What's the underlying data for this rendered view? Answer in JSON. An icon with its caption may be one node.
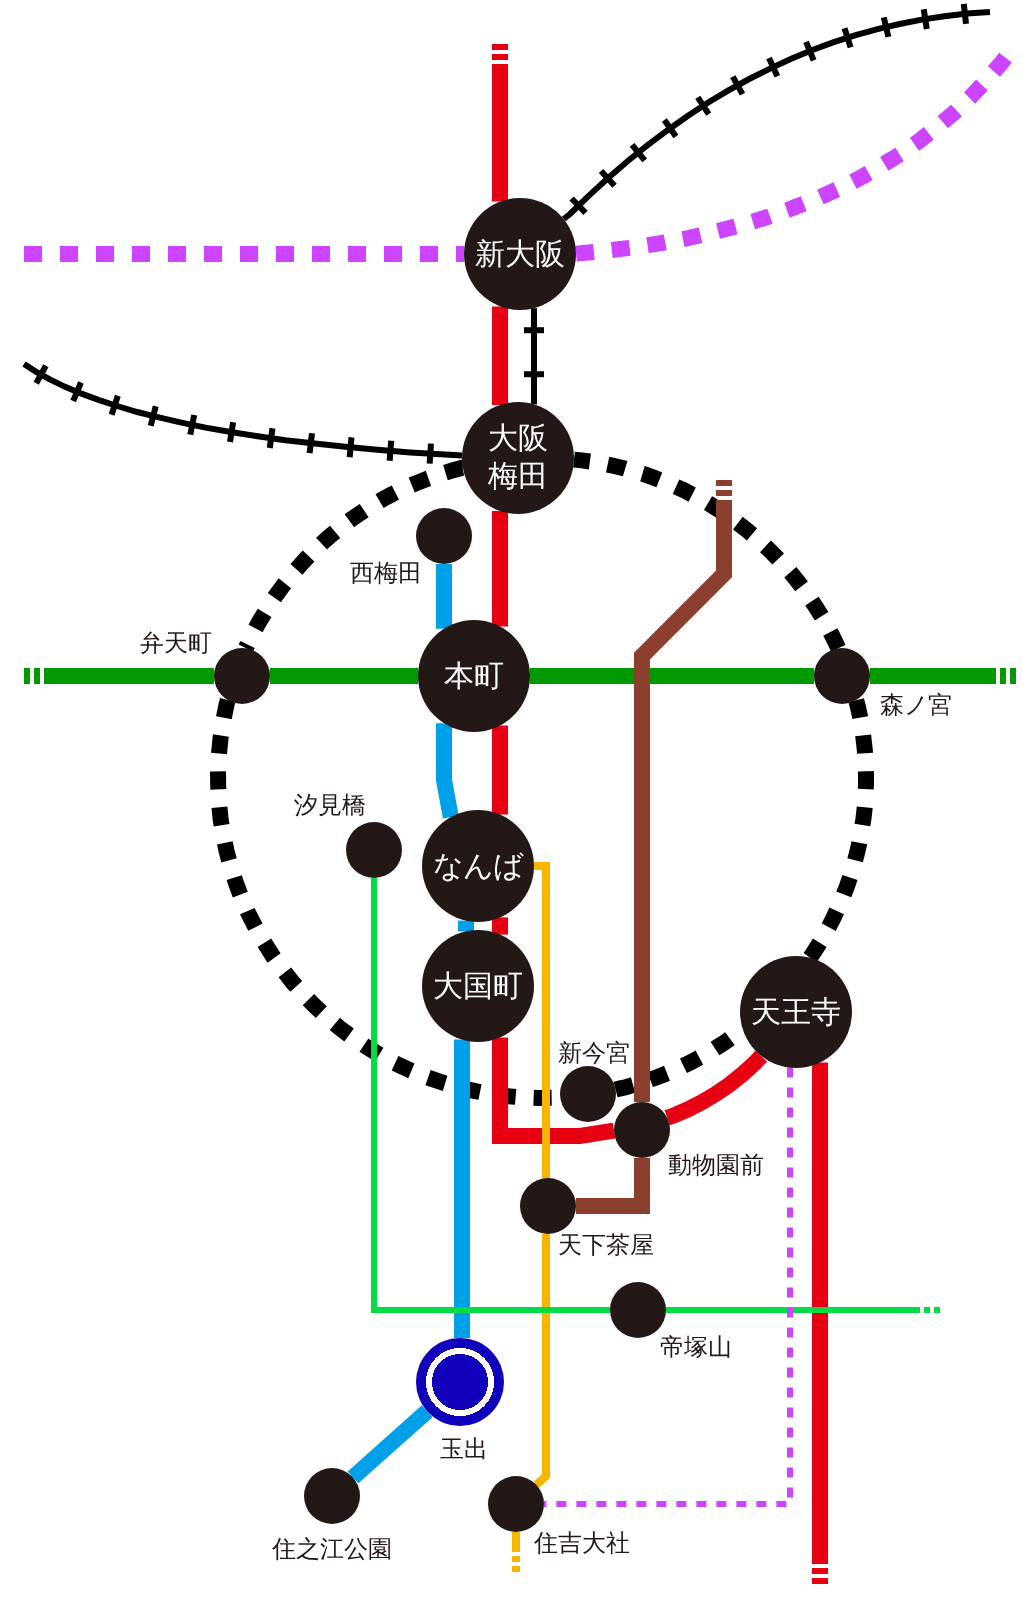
{
  "diagram": {
    "nodes": [
      {
        "text": [
          "新大阪"
        ]
      },
      {
        "text": [
          "大阪梅田"
        ]
      },
      {
        "text": [],
        "shape": "circle",
        "beside": [
          "西梅田"
        ]
      },
      {
        "text": [],
        "shape": "circle",
        "beside": [
          "弁天町"
        ]
      },
      {
        "text": [
          "本町"
        ]
      },
      {
        "text": [],
        "shape": "circle",
        "beside": [
          "森ノ宮"
        ]
      },
      {
        "text": [],
        "shape": "circle",
        "beside": [
          "汐見橋"
        ]
      },
      {
        "text": [
          "なんば"
        ]
      },
      {
        "text": [
          "大国町"
        ]
      },
      {
        "text": [
          "天王寺"
        ]
      },
      {
        "text": [],
        "shape": "circle",
        "beside": [
          "新今宮"
        ]
      },
      {
        "text": [],
        "shape": "circle",
        "beside": [
          "動物園前"
        ]
      },
      {
        "text": [],
        "shape": "circle",
        "beside": [
          "天下茶屋"
        ]
      },
      {
        "text": [],
        "shape": "circle",
        "beside": [
          "帝塚山"
        ]
      },
      {
        "text": [],
        "shape": "circle",
        "beside": [
          "玉出"
        ]
      },
      {
        "text": [],
        "shape": "circle",
        "beside": [
          "住之江公園"
        ]
      },
      {
        "text": [],
        "shape": "circle",
        "beside": [
          "住吉大社"
        ]
      }
    ],
    "edges": [
      {
        "from": null,
        "to": 0,
        "arrow": "none",
        "color": "#e60012"
      },
      {
        "from": 0,
        "to": 1,
        "arrow": "none",
        "color": "#e60012"
      },
      {
        "from": 1,
        "to": 4,
        "arrow": "none",
        "color": "#e60012"
      },
      {
        "from": 4,
        "to": 7,
        "arrow": "none",
        "color": "#e60012"
      },
      {
        "from": 7,
        "to": 8,
        "arrow": "none",
        "color": "#e60012"
      },
      {
        "from": 8,
        "to": 11,
        "arrow": "none",
        "color": "#e60012"
      },
      {
        "from": 11,
        "to": 9,
        "arrow": "none",
        "color": "#e60012"
      },
      {
        "from": 9,
        "to": null,
        "arrow": "none",
        "color": "#e60012"
      },
      {
        "from": null,
        "to": 0,
        "arrow": "none",
        "style": "dashed",
        "color": "#cc44ff"
      },
      {
        "from": 0,
        "to": null,
        "arrow": "none",
        "style": "dashed",
        "color": "#cc44ff"
      },
      {
        "from": 0,
        "to": null,
        "arrow": "none",
        "color": "#000000"
      },
      {
        "from": null,
        "to": 1,
        "arrow": "none",
        "color": "#000000"
      },
      {
        "from": 0,
        "to": 1,
        "arrow": "none",
        "color": "#000000"
      },
      {
        "from": 1,
        "to": 3,
        "arrow": "none",
        "style": "dashed",
        "color": "#000000"
      },
      {
        "from": 3,
        "to": 10,
        "arrow": "none",
        "style": "dashed",
        "color": "#000000"
      },
      {
        "from": 10,
        "to": 9,
        "arrow": "none",
        "style": "dashed",
        "color": "#000000"
      },
      {
        "from": 9,
        "to": 5,
        "arrow": "none",
        "style": "dashed",
        "color": "#000000"
      },
      {
        "from": 5,
        "to": 1,
        "arrow": "none",
        "style": "dashed",
        "color": "#000000"
      },
      {
        "from": null,
        "to": 3,
        "arrow": "none",
        "color": "#009900"
      },
      {
        "from": 3,
        "to": 4,
        "arrow": "none",
        "color": "#009900"
      },
      {
        "from": 4,
        "to": 5,
        "arrow": "none",
        "color": "#009900"
      },
      {
        "from": 5,
        "to": null,
        "arrow": "none",
        "color": "#009900"
      },
      {
        "from": 2,
        "to": 4,
        "arrow": "none",
        "color": "#00a0e9"
      },
      {
        "from": 4,
        "to": 7,
        "arrow": "none",
        "color": "#00a0e9"
      },
      {
        "from": 7,
        "to": 8,
        "arrow": "none",
        "color": "#00a0e9"
      },
      {
        "from": 8,
        "to": 14,
        "arrow": "none",
        "color": "#00a0e9"
      },
      {
        "from": 14,
        "to": 15,
        "arrow": "none",
        "color": "#00a0e9"
      },
      {
        "from": 7,
        "to": 12,
        "arrow": "none",
        "color": "#f8b500"
      },
      {
        "from": 12,
        "to": 16,
        "arrow": "none",
        "color": "#f8b500"
      },
      {
        "from": 16,
        "to": null,
        "arrow": "none",
        "color": "#f8b500"
      },
      {
        "from": null,
        "to": 11,
        "arrow": "none",
        "color": "#8b3f2f"
      },
      {
        "from": 11,
        "to": 12,
        "arrow": "none",
        "color": "#8b3f2f"
      },
      {
        "from": 6,
        "to": 13,
        "arrow": "none",
        "color": "#00dd44"
      },
      {
        "from": 13,
        "to": null,
        "arrow": "none",
        "color": "#00dd44"
      },
      {
        "from": 9,
        "to": 16,
        "arrow": "none",
        "style": "dashed",
        "color": "#cc44ff"
      }
    ]
  }
}
